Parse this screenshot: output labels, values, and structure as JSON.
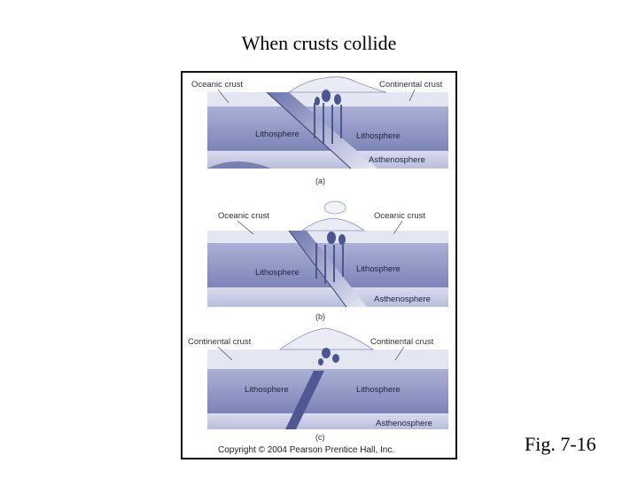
{
  "title": "When crusts collide",
  "figure_label": "Fig. 7-16",
  "panels": [
    {
      "caption": "(a)",
      "left_crust": "Oceanic crust",
      "right_crust": "Continental crust",
      "left_layer": "Lithosphere",
      "right_layer": "Lithosphere",
      "lower_layer": "Asthenosphere"
    },
    {
      "caption": "(b)",
      "left_crust": "Oceanic crust",
      "right_crust": "Oceanic crust",
      "left_layer": "Lithosphere",
      "right_layer": "Lithosphere",
      "lower_layer": "Asthenosphere"
    },
    {
      "caption": "(c)",
      "left_crust": "Continental crust",
      "right_crust": "Continental crust",
      "left_layer": "Lithosphere",
      "right_layer": "Lithosphere",
      "lower_layer": "Asthenosphere"
    }
  ],
  "copyright": "Copyright © 2004 Pearson Prentice Hall, Inc.",
  "colors": {
    "lithosphere": "#8f96c4",
    "asthenosphere": "#c9cde6",
    "crust": "#dfe2f0",
    "magma": "#3d4a8a"
  }
}
